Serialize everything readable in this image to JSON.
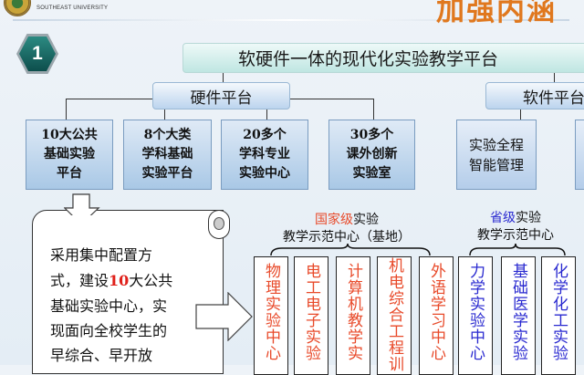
{
  "header": {
    "university": "SOUTHEAST UNIVERSITY",
    "title": "加强内涵",
    "colors": {
      "title": "#e0781e",
      "accent_red": "#e84a2a",
      "accent_blue": "#2a2ad0"
    }
  },
  "section_number": "1",
  "diagram": {
    "root": "软硬件一体的现代化实验教学平台",
    "hardware": {
      "label": "硬件平台",
      "items": [
        [
          "10大公共",
          "基础实验",
          "平台"
        ],
        [
          "8个大类",
          "学科基础",
          "实验平台"
        ],
        [
          "20多个",
          "学科专业",
          "实验中心"
        ],
        [
          "30多个",
          "课外创新",
          "实验室"
        ]
      ]
    },
    "software": {
      "label": "软件平台",
      "items": [
        [
          "实验全程",
          "智能管理"
        ]
      ]
    },
    "scroll_text": {
      "l1": "采用集中配置方",
      "l2a": "式，建设",
      "l2b": "10",
      "l2c": "大公共",
      "l3": "基础实验中心，实",
      "l4": "现面向全校学生的",
      "l5": "早综合、早开放"
    },
    "national": {
      "level": "国家级",
      "rest": "实验",
      "line2": "教学示范中心（基地）",
      "centers": [
        "物理实验中心",
        "电工电子实验",
        "计算机教学实",
        "机电综合工程训",
        "外语学习中心"
      ]
    },
    "provincial": {
      "level": "省级",
      "rest": "实验",
      "line2": "教学示范中心",
      "centers": [
        "力学实验中心",
        "基础医学实验",
        "化学化工实验"
      ]
    }
  }
}
